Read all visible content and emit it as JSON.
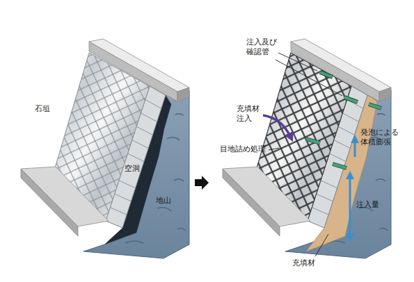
{
  "diagram": {
    "labels": [
      "石垣",
      "空洞",
      "地山",
      "注入及び 確認管",
      "充填材 注入",
      "目地詰め処理",
      "発泡による 体積膨張",
      "注入量",
      "充填材"
    ]
  }
}
